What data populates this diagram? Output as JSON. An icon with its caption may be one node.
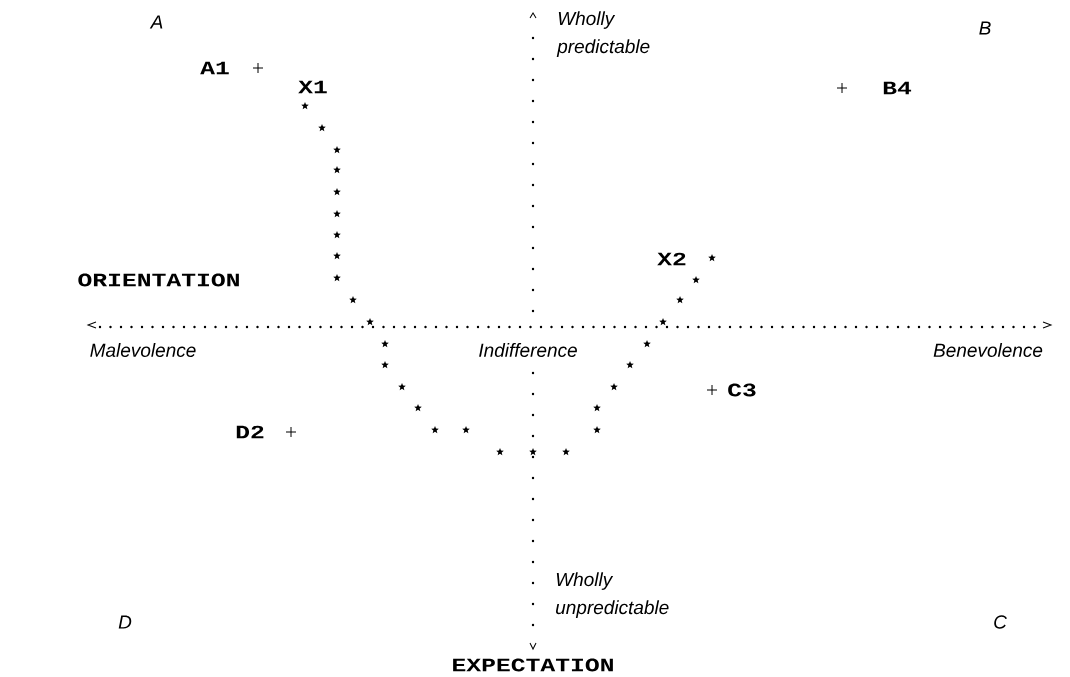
{
  "diagram": {
    "labels": [
      "A",
      "Wholly predictable",
      "B",
      "A1",
      "X1",
      "B4",
      "X2",
      "ORIENTATION",
      "Malevolence",
      "Indifference",
      "Benevolence",
      "C3",
      "D2",
      "Wholly unpredictable",
      "D",
      "C",
      "EXPECTATION"
    ]
  }
}
